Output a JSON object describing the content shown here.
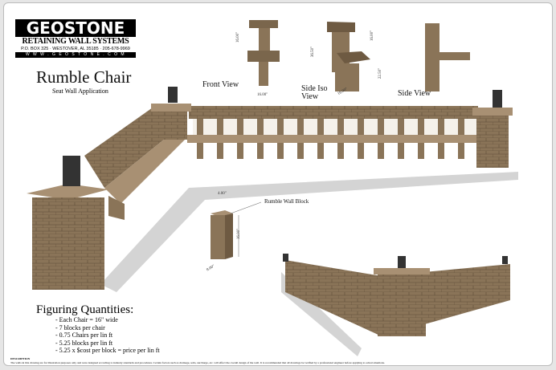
{
  "logo": {
    "brand": "GEOSTONE",
    "registered": "®",
    "tagline": "RETAINING WALL SYSTEMS",
    "address": "P.O. BOX 325 · WESTOVER, AL 35185 · 205-678-9969",
    "website": "W W W . G E O S T O N E . C O M"
  },
  "title": "Rumble Chair",
  "subtitle": "Seat Wall Application",
  "views": {
    "front": "Front View",
    "side_iso": "Side Iso View",
    "side": "Side View"
  },
  "dimensions": {
    "front_height": "16.00\"",
    "front_width": "16.00\"",
    "iso_total": "36.50\"",
    "iso_back": "16.00\"",
    "iso_seat": "22.50\"",
    "iso_depth": "16.00\"",
    "block_top": "4.00\"",
    "block_height": "16.00\"",
    "block_depth": "8.00\""
  },
  "block_label": "Rumble Wall Block",
  "figuring": {
    "heading": "Figuring Quantities:",
    "items": [
      "- Each Chair = 16\" wide",
      "- 7 blocks per chair",
      "- 0.75 Chairs per lin ft",
      "- 5.25 blocks per lin ft",
      "- 5.25 x $cost per block = price per lin ft"
    ]
  },
  "description": {
    "heading": "DESCRIPTION",
    "text": "The walls in this drawing are for illustration purposes only and were designed according to industry standards and procedures. Certain factors such as drainage, soils, surcharge, etc. will effect the overall design of the wall. It is recommended that all drawings be verified by a professional engineer before applying to actual situations."
  },
  "colors": {
    "stone": "#8a7458",
    "stone_dark": "#5e4c38",
    "stone_light": "#a89073",
    "shadow": "#cfcfcf"
  }
}
